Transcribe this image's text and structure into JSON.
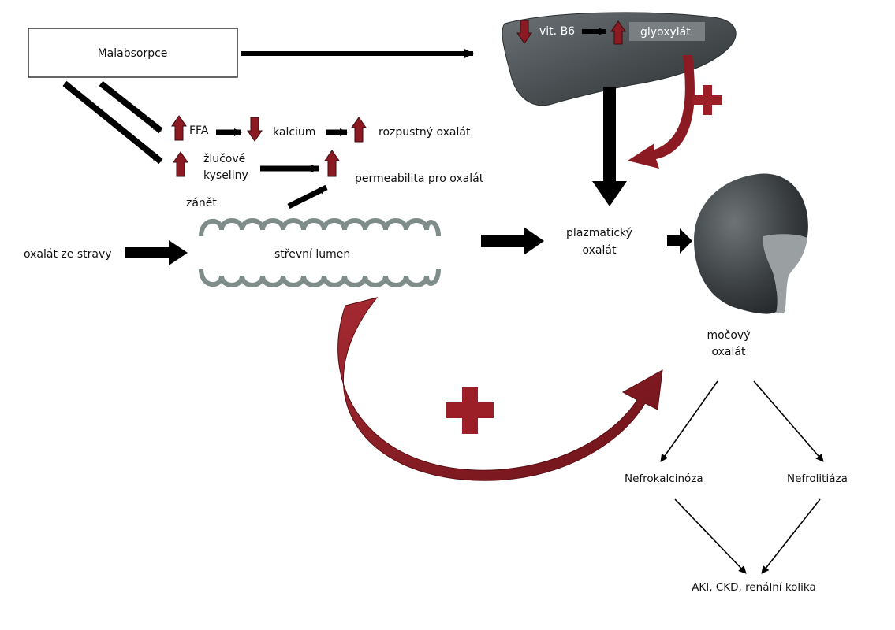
{
  "labels": {
    "malabsorption": "Malabsorpce",
    "ffa": "FFA",
    "calcium": "kalcium",
    "soluble_oxalate": "rozpustný oxalát",
    "bile_acids_1": "žlučové",
    "bile_acids_2": "kyseliny",
    "permeability": "permeabilita pro oxalát",
    "inflammation": "zánět",
    "dietary_oxalate": "oxalát ze stravy",
    "intestinal_lumen": "střevní lumen",
    "plasma_oxalate_1": "plazmatický",
    "plasma_oxalate_2": "oxalát",
    "urinary_oxalate_1": "močový",
    "urinary_oxalate_2": "oxalát",
    "vit_b6": "vit. B6",
    "glyoxylate": "glyoxylát",
    "nephrocalcinosis": "Nefrokalcinóza",
    "nephrolithiasis": "Nefrolitiáza",
    "outcomes": "AKI, CKD, renální kolika"
  },
  "colors": {
    "arrow": "#000000",
    "accent_red": "#8b1a22",
    "liver_dark": "#4a4f52",
    "kidney_dark": "#2e3234",
    "lumen_wave": "#7e8c8a"
  }
}
